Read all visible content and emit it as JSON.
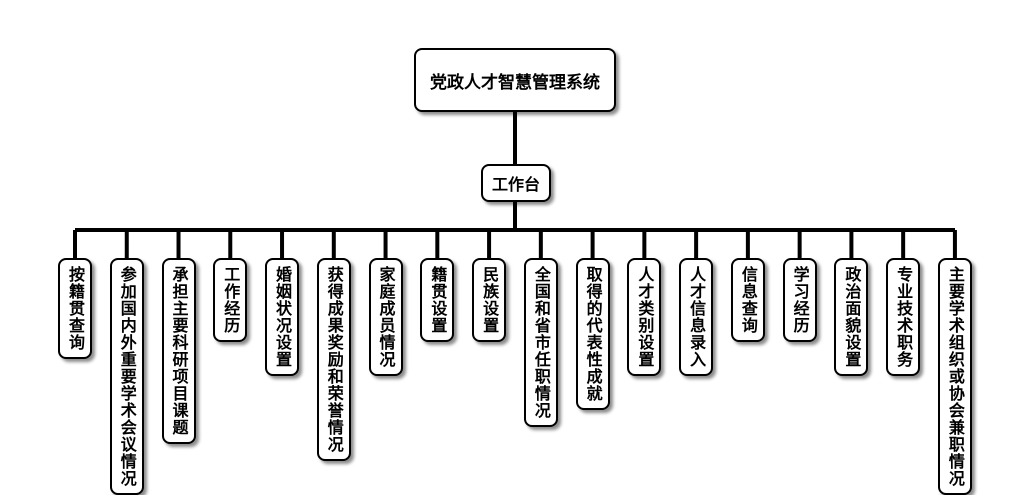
{
  "colors": {
    "line": "#000000",
    "box_fill": "#ffffff",
    "box_border": "#000000"
  },
  "root": {
    "label": "党政人才智慧管理系统"
  },
  "hub": {
    "label": "工作台"
  },
  "leaves": [
    "按籍贯查询",
    "参加国内外重要学术会议情况",
    "承担主要科研项目课题",
    "工作经历",
    "婚姻状况设置",
    "获得成果奖励和荣誉情况",
    "家庭成员情况",
    "籍贯设置",
    "民族设置",
    "全国和省市任职情况",
    "取得的代表性成就",
    "人才类别设置",
    "人才信息录入",
    "信息查询",
    "学习经历",
    "政治面貌设置",
    "专业技术职务",
    "主要学术组织或协会兼职情况"
  ]
}
